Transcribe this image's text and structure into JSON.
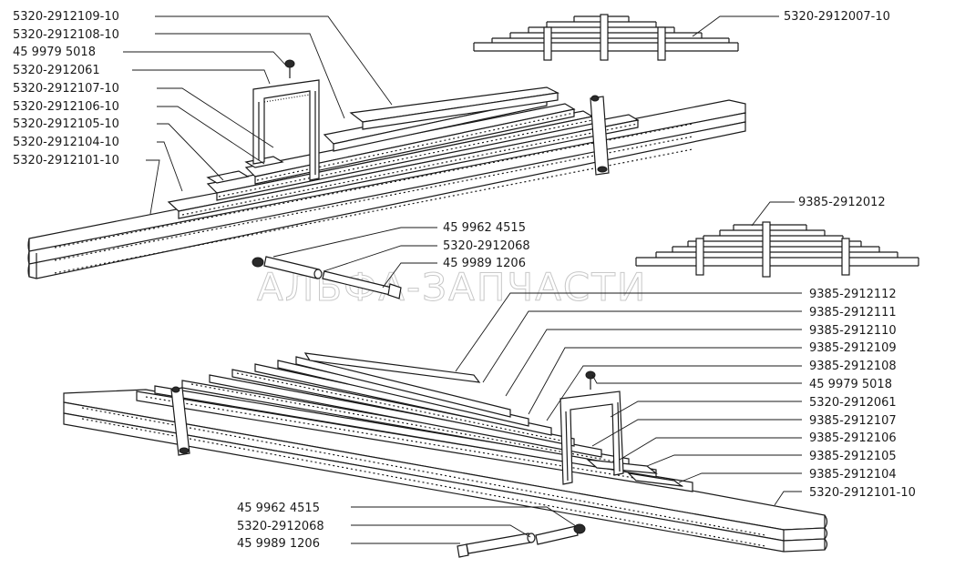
{
  "watermark": "АЛЬФА-ЗАПЧАСТИ",
  "labels_top_left": [
    "5320-2912109-10",
    "5320-2912108-10",
    "45 9979 5018",
    "5320-2912061",
    "5320-2912107-10",
    "5320-2912106-10",
    "5320-2912105-10",
    "5320-2912104-10",
    "5320-2912101-10"
  ],
  "label_top_right": "5320-2912007-10",
  "labels_middle": [
    "45 9962 4515",
    "5320-2912068",
    "45 9989 1206"
  ],
  "label_mid_right": "9385-2912012",
  "labels_bottom_right": [
    "9385-2912112",
    "9385-2912111",
    "9385-2912110",
    "9385-2912109",
    "9385-2912108",
    "45 9979 5018",
    "5320-2912061",
    "9385-2912107",
    "9385-2912106",
    "9385-2912105",
    "9385-2912104",
    "5320-2912101-10"
  ],
  "labels_bottom_left": [
    "45 9962 4515",
    "5320-2912068",
    "45 9989 1206"
  ]
}
